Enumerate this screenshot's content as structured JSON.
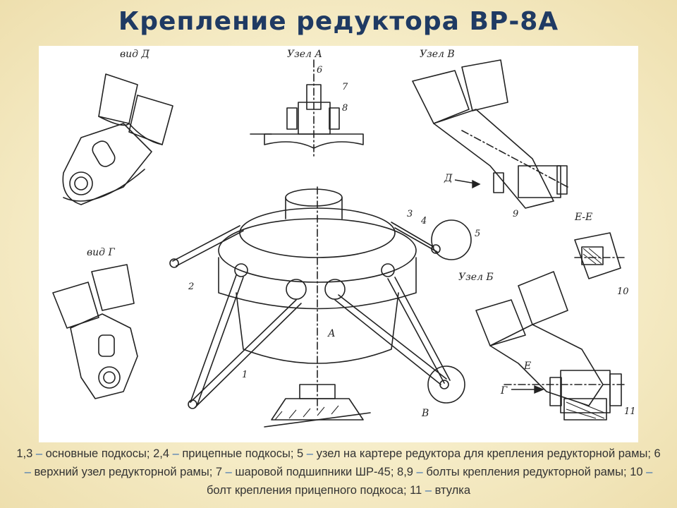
{
  "title": "Крепление редуктора ВР-8А",
  "figure": {
    "labels": {
      "vid_d": "вид Д",
      "vid_g": "вид Г",
      "uzel_a": "Узел А",
      "uzel_v": "Узел В",
      "uzel_b": "Узел Б",
      "section_ee": "Е-Е",
      "letter_a": "А",
      "letter_v": "В",
      "arrow_d": "Д",
      "arrow_g": "Г",
      "section_e": "Е"
    },
    "callouts": [
      "1",
      "2",
      "3",
      "4",
      "5",
      "6",
      "7",
      "8",
      "9",
      "10",
      "11"
    ]
  },
  "caption": {
    "items": [
      {
        "key": "1,3",
        "sep": " – ",
        "text": "основные подкосы; "
      },
      {
        "key": "2,4",
        "sep": " – ",
        "text": "прицепные подкосы; "
      },
      {
        "key": "5",
        "sep": " – ",
        "text": "узел на картере редуктора для крепления редукторной рамы; "
      },
      {
        "key": "6",
        "sep": " – ",
        "text": "верхний узел редукторной рамы; "
      },
      {
        "key": "7",
        "sep": " – ",
        "text": "шаровой подшипники ШР-45; "
      },
      {
        "key": "8,9",
        "sep": " – ",
        "text": "болты крепления редукторной рамы; "
      },
      {
        "key": "10",
        "sep": " – ",
        "text": "болт крепления прицепного подкоса; "
      },
      {
        "key": "11",
        "sep": " – ",
        "text": "втулка"
      }
    ]
  }
}
